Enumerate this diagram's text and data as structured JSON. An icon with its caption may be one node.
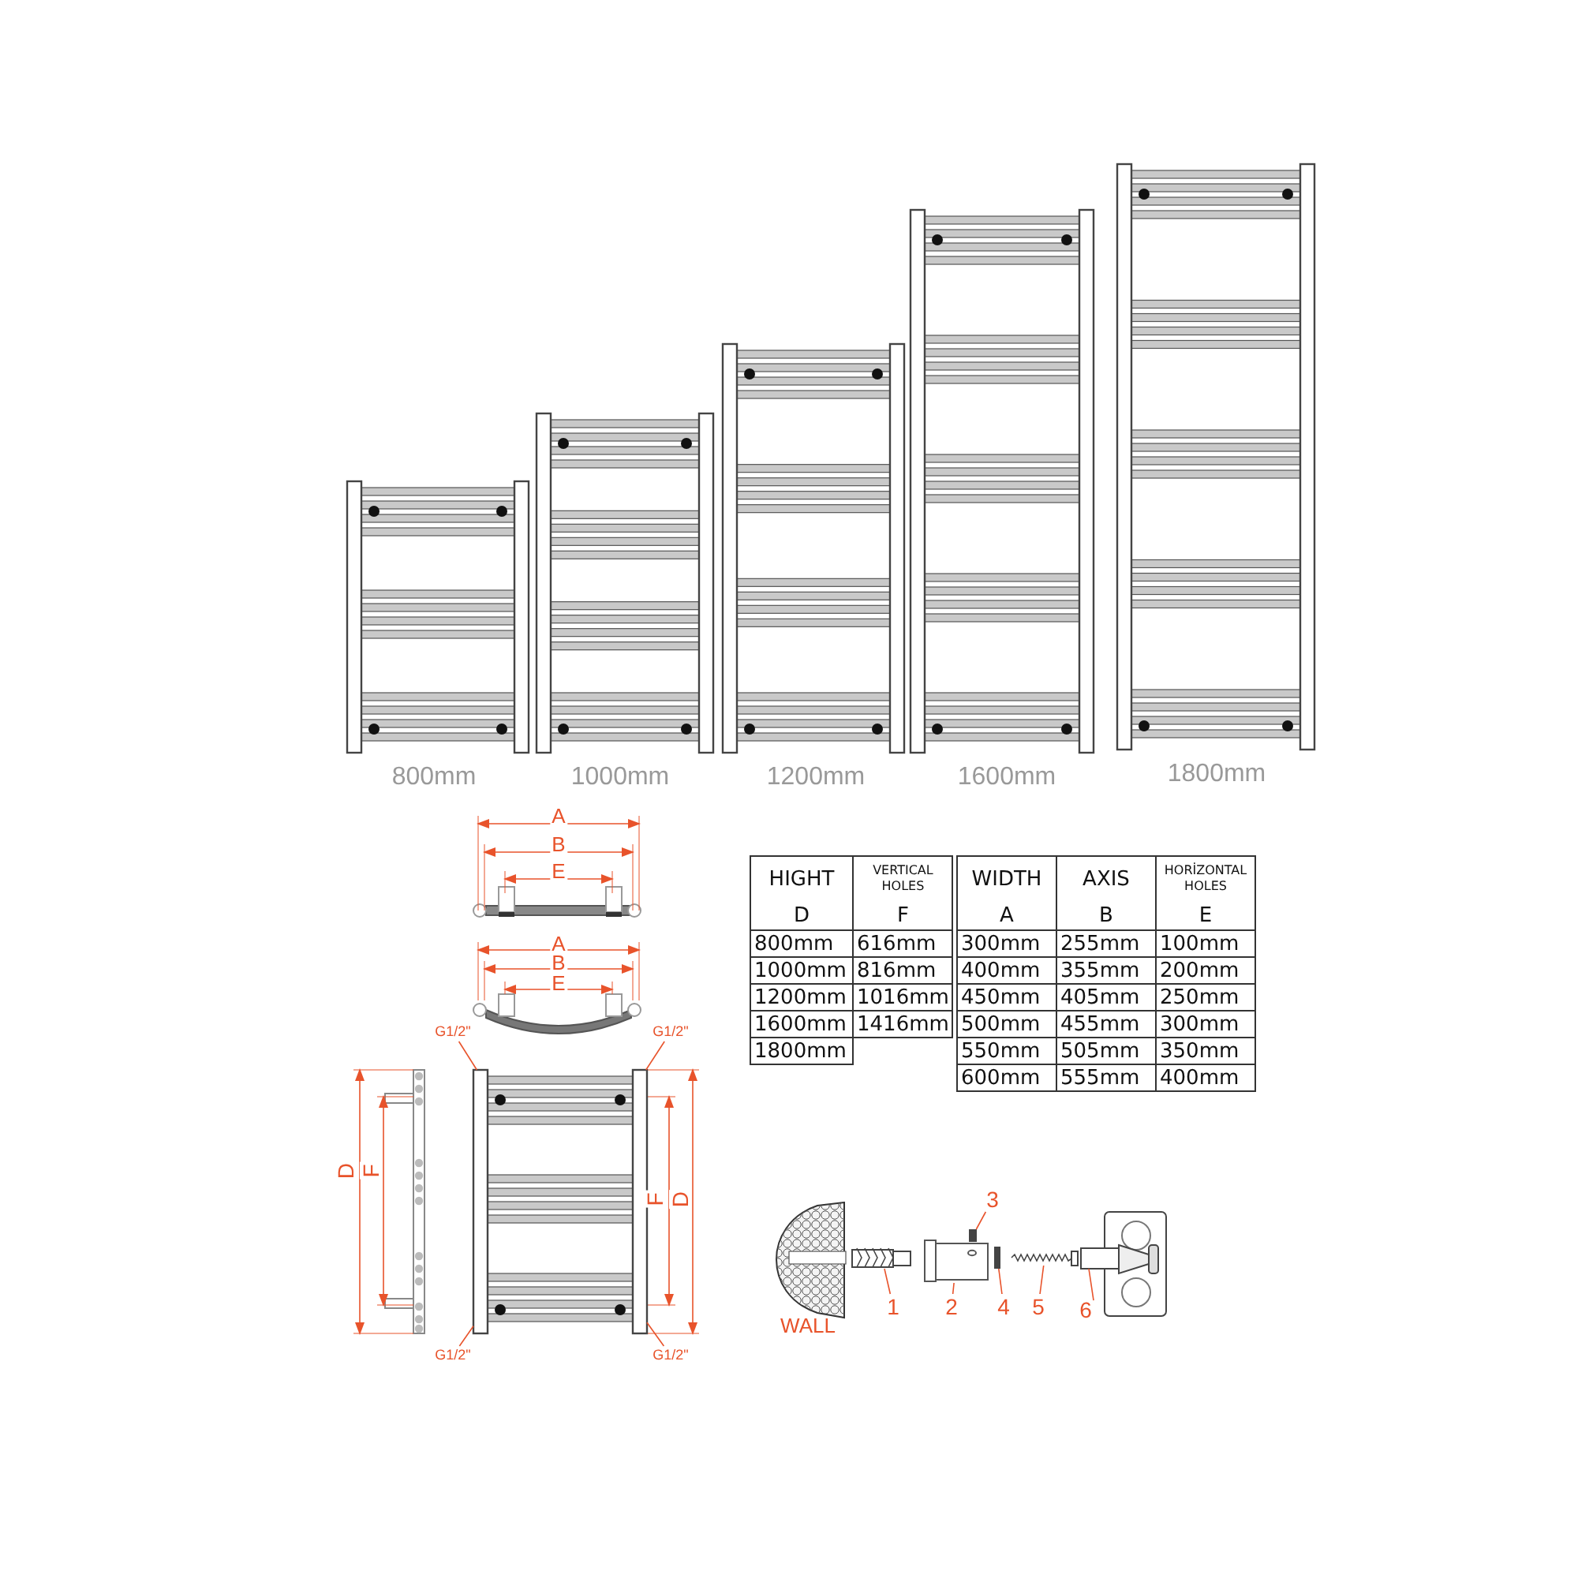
{
  "diagram": {
    "nodes": [
      {
        "text": [
          "G1/2\""
        ]
      },
      {
        "text": [
          "G1/2\""
        ]
      },
      {
        "text": [
          "G1/2\""
        ]
      },
      {
        "text": [
          "G1/2\""
        ]
      },
      {
        "text": [
          "1"
        ]
      },
      {
        "text": [
          "2"
        ]
      },
      {
        "text": [
          "3"
        ]
      },
      {
        "text": [
          "4"
        ]
      },
      {
        "text": [
          "5"
        ]
      },
      {
        "text": [
          "6"
        ]
      },
      {
        "text": [],
        "shape": "picture"
      },
      {
        "text": [],
        "shape": "picture"
      },
      {
        "text": [],
        "shape": "bar"
      },
      {
        "text": [],
        "shape": "bar"
      },
      {
        "text": [],
        "shape": "picture"
      },
      {
        "text": [],
        "shape": "picture"
      },
      {
        "text": [],
        "shape": "picture"
      }
    ],
    "edges": [
      {
        "from": 0,
        "to": 16,
        "arrow": "none"
      },
      {
        "from": 1,
        "to": 16,
        "arrow": "none"
      },
      {
        "from": 2,
        "to": 16,
        "arrow": "none"
      },
      {
        "from": 3,
        "to": 16,
        "arrow": "none"
      },
      {
        "from": 4,
        "to": 10,
        "arrow": "none"
      },
      {
        "from": 5,
        "to": 11,
        "arrow": "none"
      },
      {
        "from": 6,
        "to": 12,
        "arrow": "none"
      },
      {
        "from": 7,
        "to": 13,
        "arrow": "none"
      },
      {
        "from": 8,
        "to": 14,
        "arrow": "none"
      },
      {
        "from": 9,
        "to": 15,
        "arrow": "none"
      }
    ],
    "labels": [
      "800mm",
      "1000mm",
      "1200mm",
      "1600mm",
      "1800mm",
      "A",
      "B",
      "E",
      "A",
      "B",
      "E",
      "D",
      "F",
      "F",
      "D",
      "HIGHT",
      "VERTICAL HOLES",
      "D",
      "F",
      "800mm",
      "616mm",
      "1000mm",
      "816mm",
      "1200mm",
      "1016mm",
      "1600mm",
      "1416mm",
      "1800mm",
      "WIDTH",
      "AXIS",
      "HORİZONTAL HOLES",
      "A",
      "B",
      "E",
      "300mm",
      "255mm",
      "100mm",
      "400mm",
      "355mm",
      "200mm",
      "450mm",
      "405mm",
      "250mm",
      "500mm",
      "455mm",
      "300mm",
      "550mm",
      "505mm",
      "350mm",
      "600mm",
      "555mm",
      "400mm",
      "WALL"
    ]
  }
}
